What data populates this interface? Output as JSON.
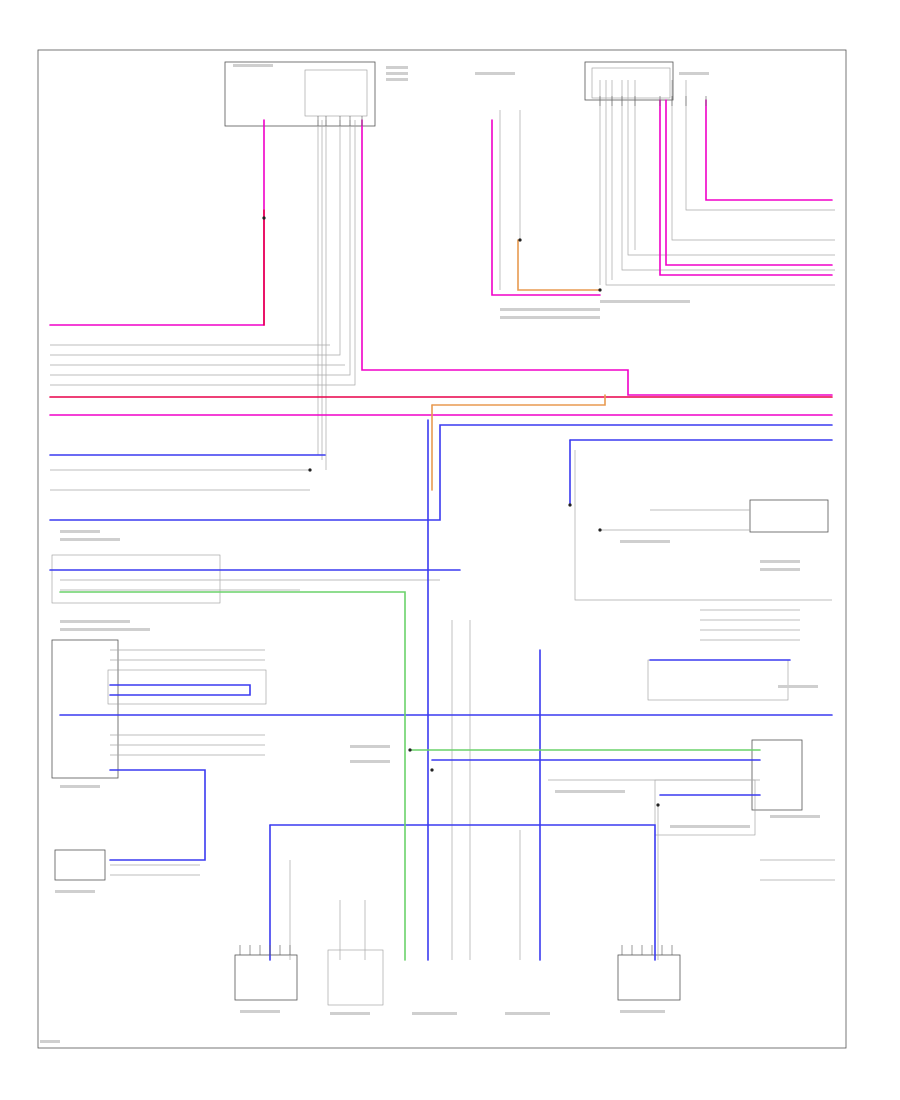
{
  "colors": {
    "pink": "#f000c8",
    "red": "#e8004a",
    "blue": "#3a3af0",
    "gray": "#a8a8a8",
    "orange": "#e89a50",
    "green": "#6ad26a",
    "border": "#555555"
  },
  "components": [
    {
      "id": "top-center-module"
    },
    {
      "id": "top-mid-connector"
    },
    {
      "id": "top-right-module"
    },
    {
      "id": "left-mid-connector"
    },
    {
      "id": "left-module-large"
    },
    {
      "id": "left-bottom-module"
    },
    {
      "id": "right-mid-module"
    },
    {
      "id": "right-lower-module"
    },
    {
      "id": "bottom-left-connector"
    },
    {
      "id": "bottom-left-small-component"
    },
    {
      "id": "bottom-center-component"
    },
    {
      "id": "bottom-center-right-component"
    },
    {
      "id": "bottom-right-connector"
    }
  ]
}
